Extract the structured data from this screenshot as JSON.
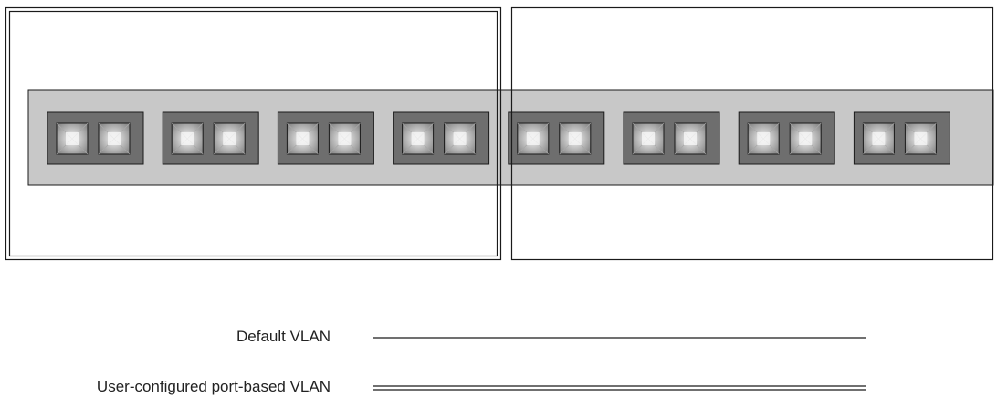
{
  "diagram": {
    "switch": {
      "port_module_count": 8,
      "ports_per_module": 2
    },
    "vlan_regions": [
      {
        "type": "user-configured-port-based",
        "border_style": "double"
      },
      {
        "type": "default",
        "border_style": "single"
      }
    ],
    "colors": {
      "switch_body": "#c8c8c8",
      "port_module": "#6e6e6e",
      "port_center": "#f5f5f5",
      "port_edge": "#8a8a8a",
      "line": "#1a1a1a"
    }
  },
  "legend": {
    "default_vlan": "Default VLAN",
    "user_vlan": "User-configured port-based VLAN"
  }
}
